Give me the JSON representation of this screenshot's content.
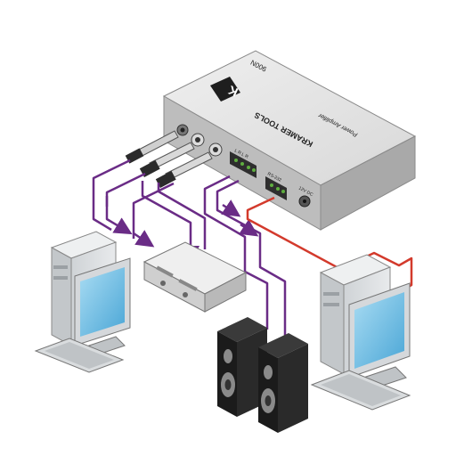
{
  "device": {
    "brand": "KRAMER TOOLS",
    "subtitle": "Power Amplifier",
    "model": "900N",
    "logo_letter": "K",
    "port_labels": {
      "terminal_left": "L  R  L  R",
      "terminal_right": "RS-232",
      "power": "12V DC"
    }
  },
  "colors": {
    "audio_cable": "#6a2c86",
    "control_cable": "#d33a2c",
    "device_body": "#c9c9c9",
    "device_top": "#e4e4e4",
    "monitor_screen": "#7ec3e6"
  }
}
